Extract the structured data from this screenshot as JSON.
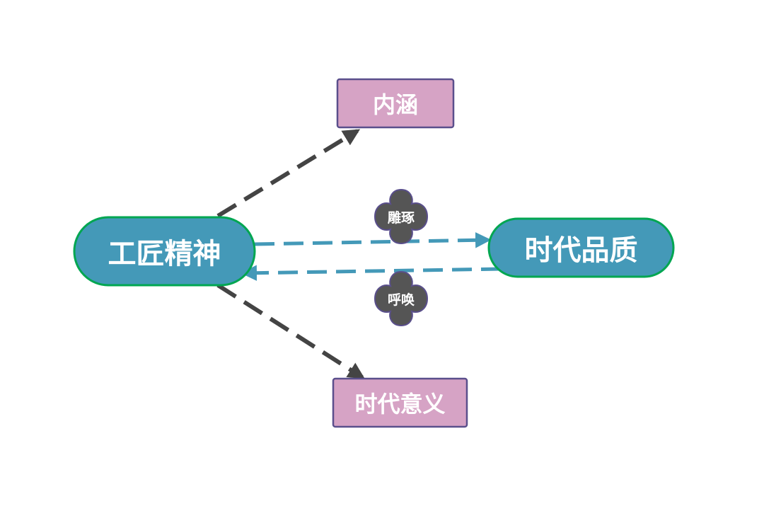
{
  "nodes": {
    "craftsman_spirit": "工匠精神",
    "era_quality": "时代品质",
    "connotation": "内涵",
    "era_significance": "时代意义",
    "carve": "雕琢",
    "call": "呼唤"
  },
  "colors": {
    "main_node_fill": "#4499b8",
    "main_node_border": "#00a651",
    "box_fill": "#d6a3c5",
    "box_border": "#5a4f8c",
    "cloud_fill": "#555555",
    "cloud_border": "#5a4f8c",
    "dark_arrow": "#444444",
    "blue_arrow": "#4499b8",
    "text": "#ffffff"
  }
}
